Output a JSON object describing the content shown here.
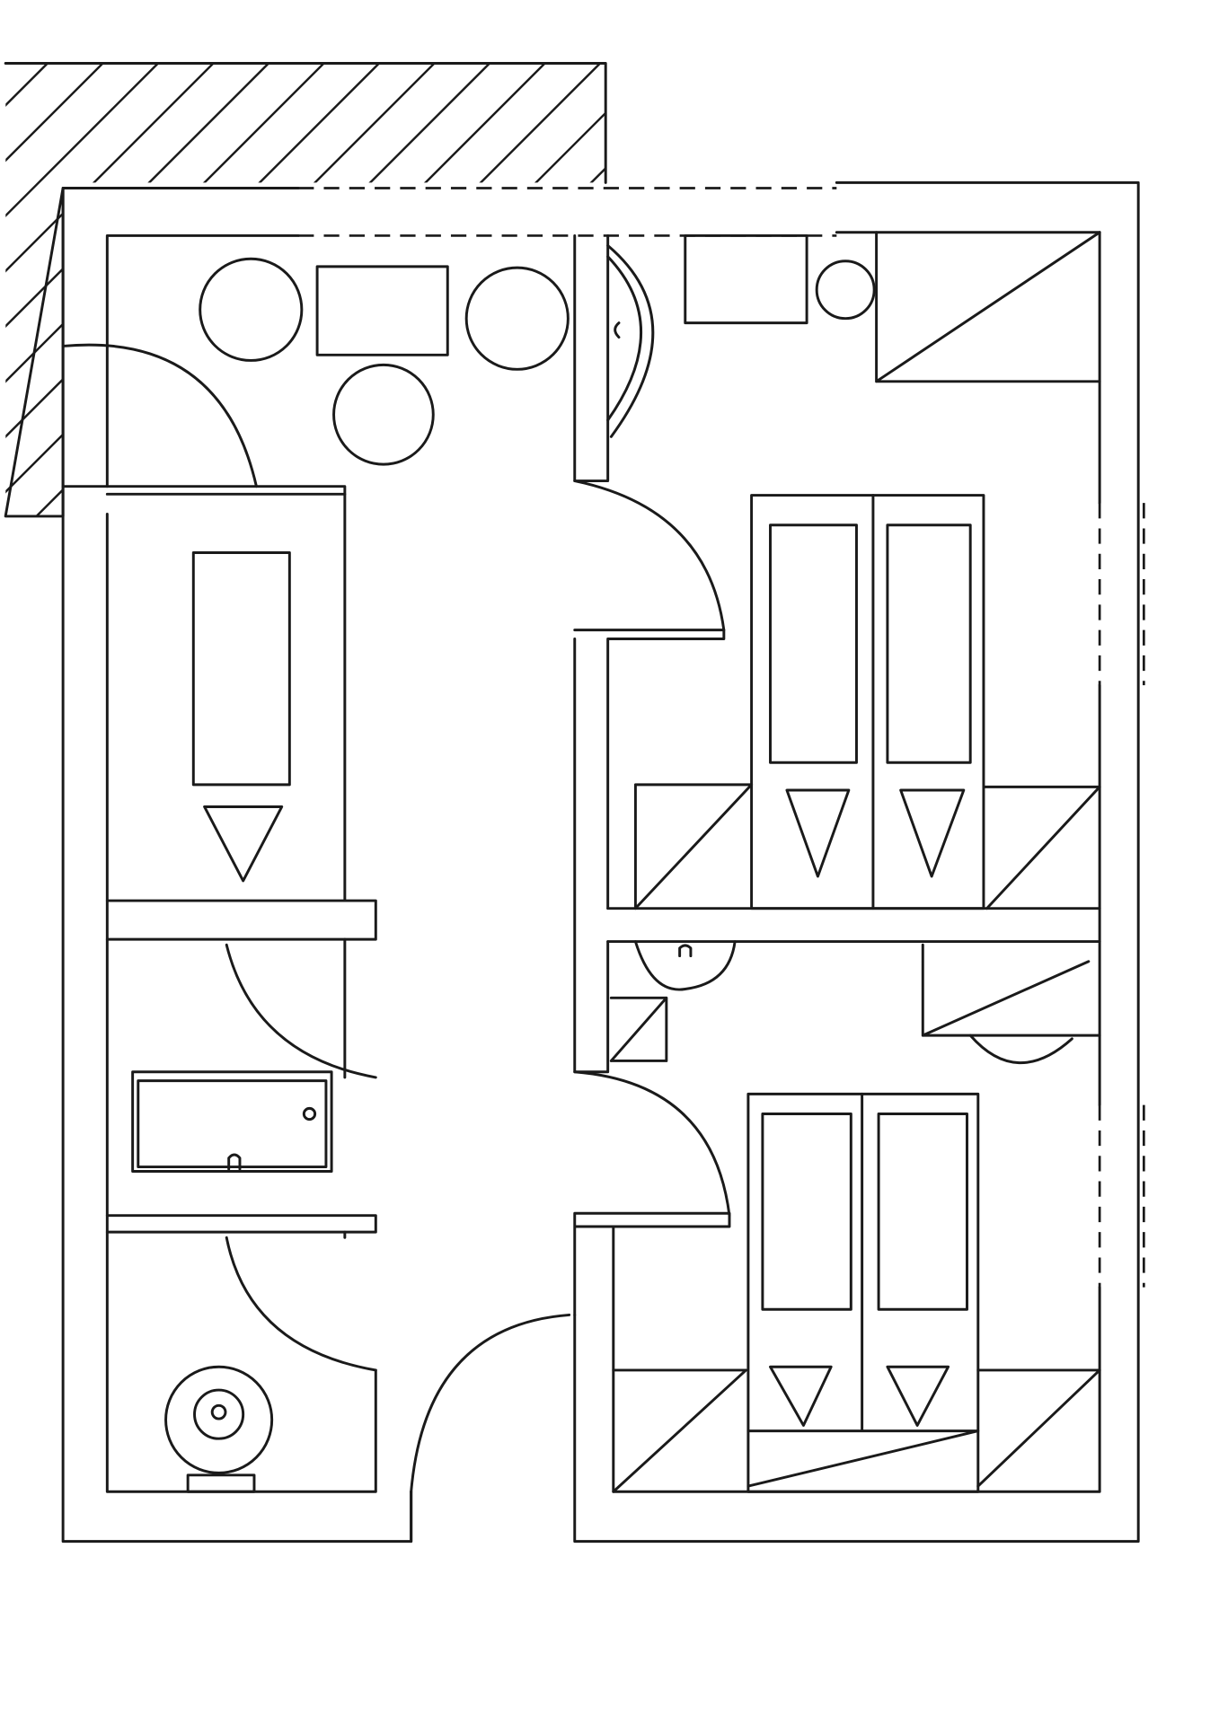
{
  "drawing": {
    "kind": "hand-drawn floor plan sketch",
    "colors": {
      "ink": "#1a1a1a",
      "paper": "#ffffff"
    },
    "elements": [
      "hatched-existing-wall",
      "outer-walls",
      "windows-dashed",
      "doors-swing-arcs",
      "round-tables",
      "beds",
      "bathtub",
      "toilet",
      "sinks",
      "wardrobes-diagonal"
    ]
  }
}
